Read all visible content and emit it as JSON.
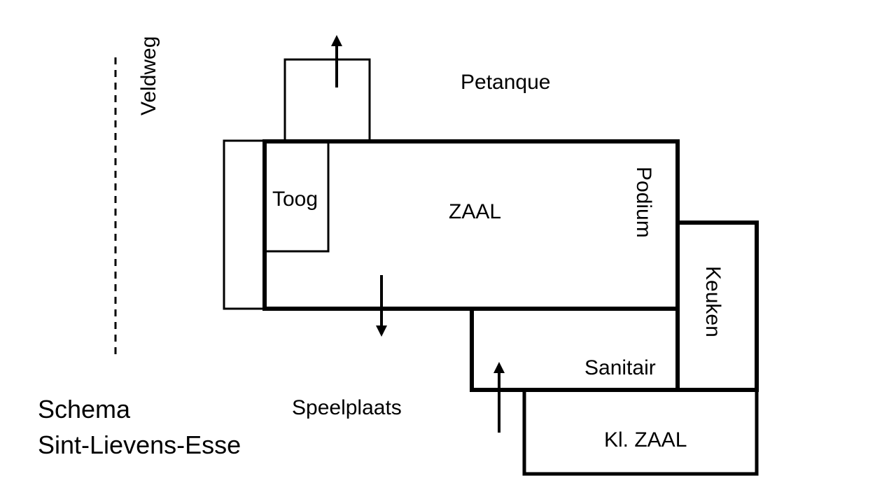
{
  "title": {
    "line1": "Schema",
    "line2": "Sint-Lievens-Esse"
  },
  "rooms": {
    "zaal": "ZAAL",
    "toog": "Toog",
    "podium": "Podium",
    "keuken": "Keuken",
    "sanitair": "Sanitair",
    "kleine_zaal": "Kl. ZAAL"
  },
  "outdoor": {
    "road": "Veldweg",
    "petanque": "Petanque",
    "playground": "Speelplaats"
  },
  "colors": {
    "line": "#000000",
    "background": "#ffffff"
  }
}
